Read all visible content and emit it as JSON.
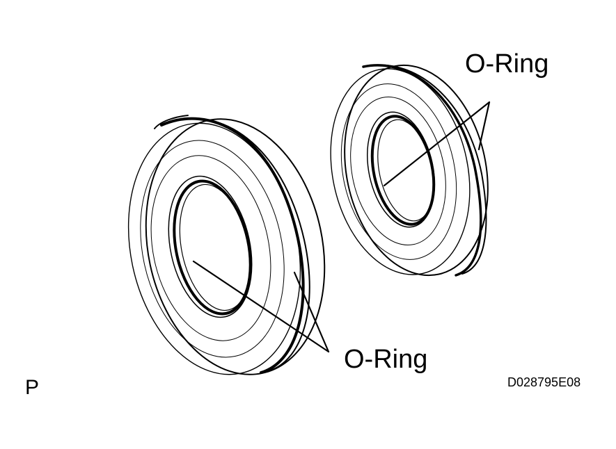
{
  "diagram": {
    "callout_top": "O-Ring",
    "callout_bottom": "O-Ring",
    "figure_code": "D028795E08",
    "corner_mark": "P"
  },
  "colors": {
    "ink": "#000000",
    "paper": "#ffffff"
  }
}
